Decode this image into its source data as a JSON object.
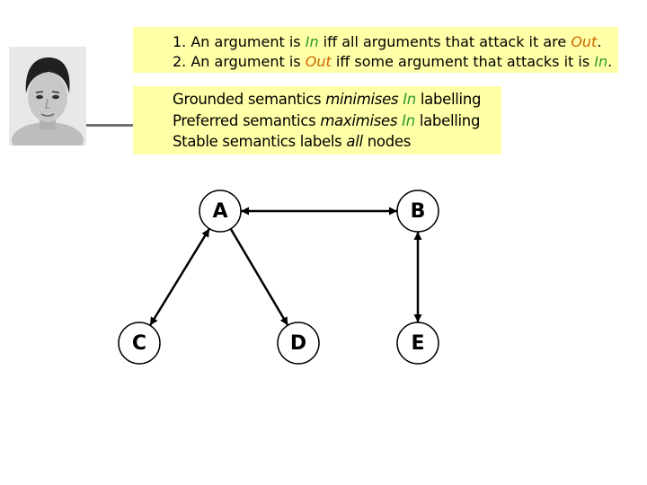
{
  "colors": {
    "box_fill": "#ffffa8",
    "highlight": "#2e9a2e",
    "out_color": "#cc6600",
    "edge": "#000000",
    "divider": "#707070"
  },
  "rules": [
    {
      "pre": "1. An argument is ",
      "k1": "In",
      "mid": " iff all arguments that attack it are ",
      "k2": "Out",
      "post": "."
    },
    {
      "pre": "2. An argument is ",
      "k1": "Out",
      "mid": " iff some argument that attacks it is ",
      "k2": "In",
      "post": "."
    }
  ],
  "semantics": [
    {
      "pre": "Grounded semantics ",
      "it": "minimises",
      "sp": " ",
      "kw": "In",
      "post": " labelling"
    },
    {
      "pre": "Preferred semantics ",
      "it": "maximises",
      "sp": " ",
      "kw": "In",
      "post": " labelling"
    },
    {
      "pre": "Stable semantics labels ",
      "it": "all",
      "post": " nodes"
    }
  ],
  "graph": {
    "nodes": [
      {
        "id": "A",
        "label": "A"
      },
      {
        "id": "B",
        "label": "B"
      },
      {
        "id": "C",
        "label": "C"
      },
      {
        "id": "D",
        "label": "D"
      },
      {
        "id": "E",
        "label": "E"
      }
    ],
    "edges": [
      {
        "from": "A",
        "to": "B",
        "directed": "both"
      },
      {
        "from": "A",
        "to": "C",
        "directed": "both"
      },
      {
        "from": "A",
        "to": "D",
        "directed": "forward"
      },
      {
        "from": "B",
        "to": "E",
        "directed": "both"
      }
    ]
  }
}
